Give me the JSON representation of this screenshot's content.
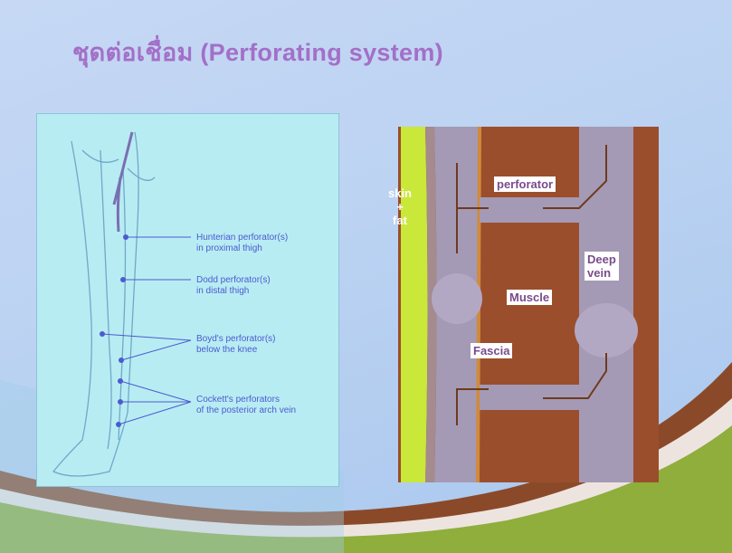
{
  "slide": {
    "title": "ชุดต่อเชื่อม (Perforating system)",
    "colors": {
      "background": "#bcd3f2",
      "title": "#a36fc8",
      "swoosh_green": "#8fae3c",
      "swoosh_brown": "#8a4a2a"
    }
  },
  "leg_diagram": {
    "labels": [
      {
        "line1": "Hunterian perforator(s)",
        "line2": "in proximal thigh"
      },
      {
        "line1": "Dodd perforator(s)",
        "line2": "in distal thigh"
      },
      {
        "line1": "Boyd's perforator(s)",
        "line2": "below the knee"
      },
      {
        "line1": "Cockett's perforators",
        "line2": "of the posterior arch vein"
      }
    ]
  },
  "cross_section": {
    "skin_label_1": "skin",
    "skin_label_2": "+",
    "skin_label_3": "fat",
    "perforator": "perforator",
    "muscle": "Muscle",
    "fascia": "Fascia",
    "deep_vein_1": "Deep",
    "deep_vein_2": "vein"
  }
}
